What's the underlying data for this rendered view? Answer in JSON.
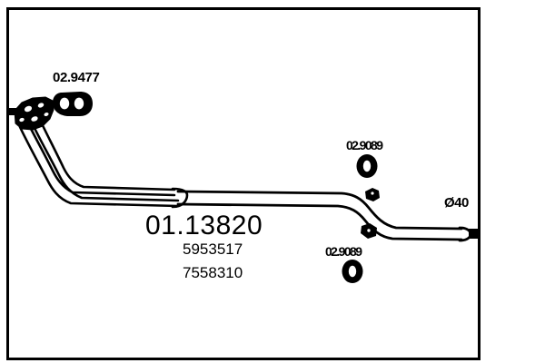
{
  "drawing": {
    "title_part_number": "01.13820",
    "oe_numbers": [
      "5953517",
      "7558310"
    ],
    "annotations": {
      "gasket_top": "02.9477",
      "ring_upper": "02.9089",
      "ring_lower": "02.9089",
      "diameter": "Ø40"
    },
    "colors": {
      "line": "#000000",
      "background": "#ffffff",
      "fill": "#ffffff"
    },
    "frame": {
      "stroke_width": 3
    },
    "component": "exhaust-pipe",
    "icons": {
      "gasket_top": "gasket-ring-icon",
      "ring_upper": "sealing-ring-icon",
      "ring_lower": "sealing-ring-icon",
      "flange": "exhaust-flange-icon",
      "hanger_upper": "pipe-hanger-bracket-icon",
      "hanger_lower": "pipe-hanger-bracket-icon"
    }
  }
}
